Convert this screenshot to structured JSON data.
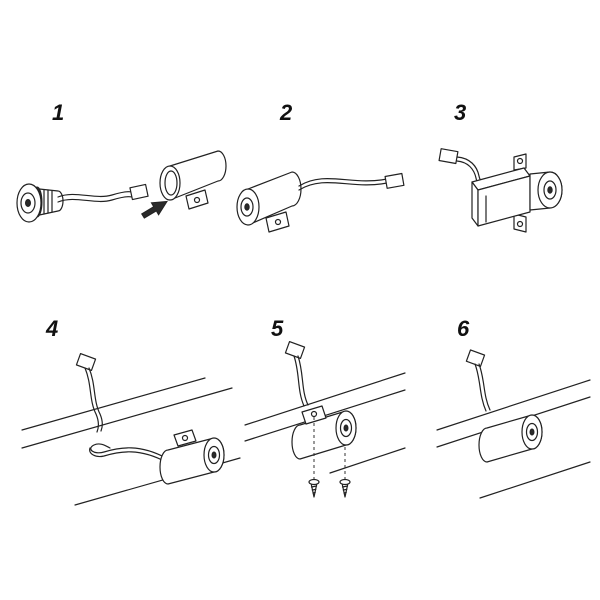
{
  "steps": [
    {
      "number": "1"
    },
    {
      "number": "2"
    },
    {
      "number": "3"
    },
    {
      "number": "4"
    },
    {
      "number": "5"
    },
    {
      "number": "6"
    }
  ],
  "colors": {
    "background": "#ffffff",
    "line": "#222222",
    "arrow": "#111111"
  }
}
